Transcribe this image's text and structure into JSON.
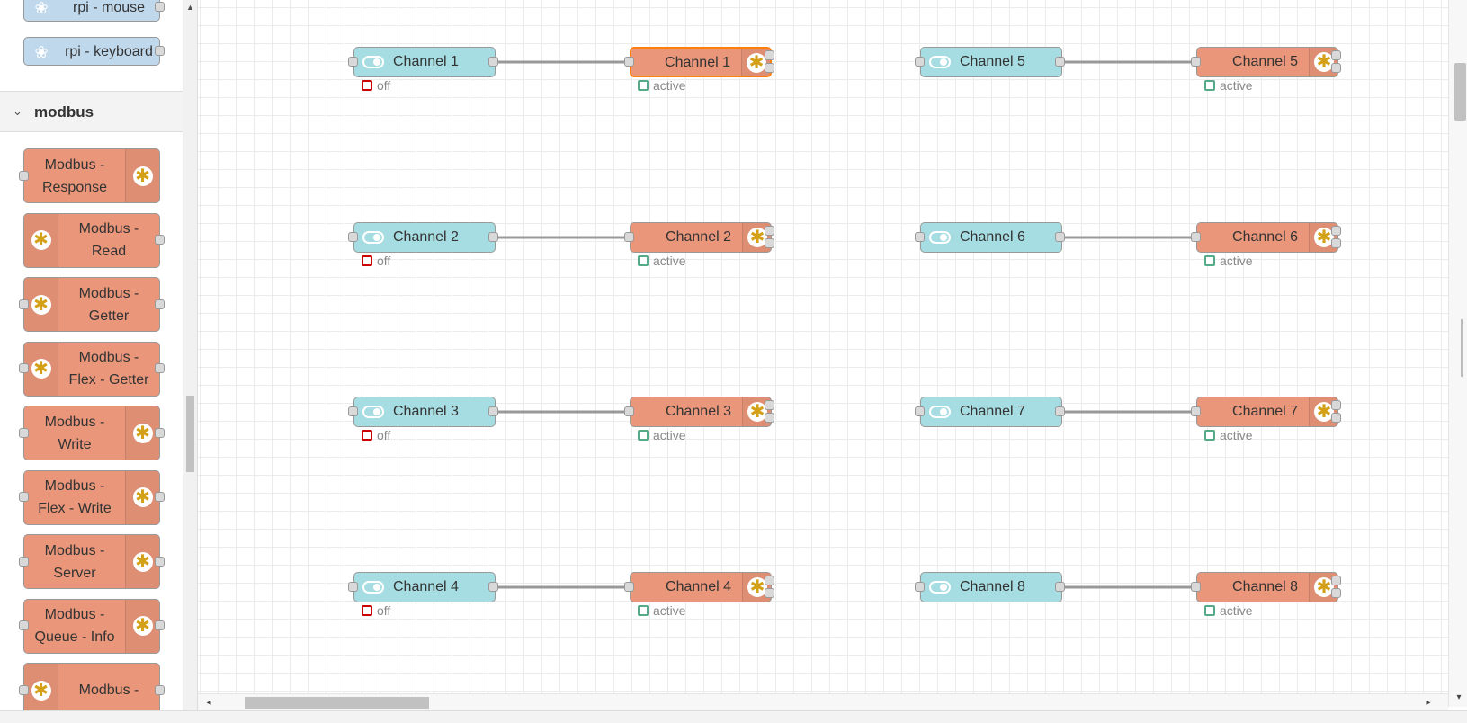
{
  "palette": {
    "rpi_nodes": [
      {
        "label": "rpi - mouse"
      },
      {
        "label": "rpi - keyboard"
      }
    ],
    "category": {
      "label": "modbus",
      "chevron": "chevron-down-icon"
    },
    "modbus_nodes": [
      {
        "label": "Modbus -\nResponse",
        "icon": "right"
      },
      {
        "label": "Modbus -\nRead",
        "icon": "left"
      },
      {
        "label": "Modbus -\nGetter",
        "icon": "left"
      },
      {
        "label": "Modbus -\nFlex - Getter",
        "icon": "left"
      },
      {
        "label": "Modbus -\nWrite",
        "icon": "right"
      },
      {
        "label": "Modbus -\nFlex - Write",
        "icon": "right"
      },
      {
        "label": "Modbus -\nServer",
        "icon": "right"
      },
      {
        "label": "Modbus -\nQueue - Info",
        "icon": "right"
      },
      {
        "label": "Modbus -\n",
        "icon": "left"
      }
    ]
  },
  "flow": {
    "inject_nodes": [
      {
        "label": "Channel 1",
        "status": "off"
      },
      {
        "label": "Channel 2",
        "status": "off"
      },
      {
        "label": "Channel 3",
        "status": "off"
      },
      {
        "label": "Channel 4",
        "status": "off"
      },
      {
        "label": "Channel 5",
        "status": ""
      },
      {
        "label": "Channel 6",
        "status": ""
      },
      {
        "label": "Channel 7",
        "status": ""
      },
      {
        "label": "Channel 8",
        "status": ""
      }
    ],
    "write_nodes": [
      {
        "label": "Channel 1",
        "status": "active",
        "selected": true
      },
      {
        "label": "Channel 2",
        "status": "active"
      },
      {
        "label": "Channel 3",
        "status": "active"
      },
      {
        "label": "Channel 4",
        "status": "active"
      },
      {
        "label": "Channel 5",
        "status": "active"
      },
      {
        "label": "Channel 6",
        "status": "active"
      },
      {
        "label": "Channel 7",
        "status": "active"
      },
      {
        "label": "Channel 8",
        "status": "active"
      }
    ]
  },
  "colors": {
    "inject": "#a6dde2",
    "modbus": "#e9967a",
    "rpi": "#c0d8ec",
    "selected_border": "#ff7f0e",
    "status_off": "#cc0000",
    "status_active": "#55aa88"
  }
}
